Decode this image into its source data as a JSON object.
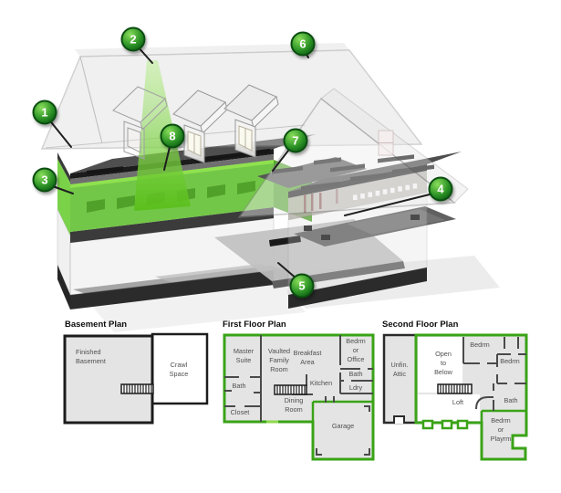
{
  "figure": {
    "badges": [
      {
        "number": "1"
      },
      {
        "number": "2"
      },
      {
        "number": "3"
      },
      {
        "number": "4"
      },
      {
        "number": "5"
      },
      {
        "number": "6"
      },
      {
        "number": "7"
      },
      {
        "number": "8"
      }
    ],
    "colors": {
      "highlight_green": "#54bb20",
      "beam_green": "#7fd63f",
      "plan_wall_green": "#3aa317",
      "badge_green_dark": "#0a5a12",
      "badge_green_light": "#8ade5b"
    }
  },
  "plans": {
    "basement": {
      "title": "Basement Plan",
      "rooms": [
        {
          "label": "Finished\nBasement"
        },
        {
          "label": "Crawl\nSpace"
        }
      ]
    },
    "first_floor": {
      "title": "First Floor Plan",
      "rooms": [
        {
          "label": "Master\nSuite"
        },
        {
          "label": "Vaulted\nFamily\nRoom"
        },
        {
          "label": "Breakfast\nArea"
        },
        {
          "label": "Bedrm\nor\nOffice"
        },
        {
          "label": "Bath"
        },
        {
          "label": "Kitchen"
        },
        {
          "label": "Ldry"
        },
        {
          "label": "Bath"
        },
        {
          "label": "Dining\nRoom"
        },
        {
          "label": "Closet"
        },
        {
          "label": "Garage"
        }
      ]
    },
    "second_floor": {
      "title": "Second Floor Plan",
      "rooms": [
        {
          "label": "Unfin.\nAttic"
        },
        {
          "label": "Open\nto\nBelow"
        },
        {
          "label": "Bedrm"
        },
        {
          "label": "Bedrm"
        },
        {
          "label": "Bath"
        },
        {
          "label": "Loft"
        },
        {
          "label": "Bedrm\nor\nPlayrm"
        }
      ]
    }
  }
}
